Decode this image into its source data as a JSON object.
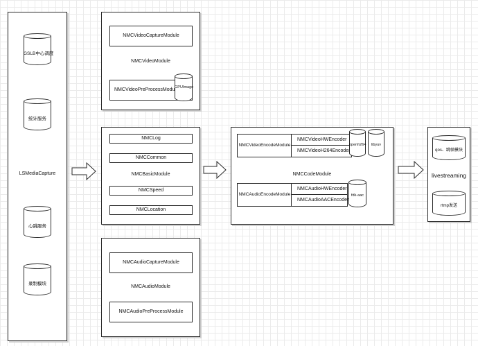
{
  "left": {
    "title": "LSMediaCapture",
    "cylinders": [
      "GSLB中心调度",
      "统计服务",
      "心跳服务",
      "录制模块"
    ]
  },
  "video": {
    "capture": "NMCVideoCaptureModule",
    "title": "NMCVideoModule",
    "preprocess": "NMCVideoPreProcessModule",
    "gpu": "GPUImage"
  },
  "basic": {
    "items": [
      "NMCLog",
      "NMCCommon",
      "NMCSpeed",
      "NMCLocation"
    ],
    "title": "NMCBasicModule"
  },
  "audio": {
    "capture": "NMCAudioCaptureModule",
    "title": "NMCAudioModule",
    "preprocess": "NMCAudioPreProcessModule"
  },
  "code": {
    "title": "NMCCodeModule",
    "video_encode": "NMCVideoEncodeModule",
    "video_hw": "NMCVideoHWEncoder",
    "video_h264": "NMCVideoH264Encoder",
    "openh264": "openh264",
    "libyuv": "libyuv",
    "audio_encode": "NMCAudioEncodeModule",
    "audio_hw": "NMCAudioHWEncoder",
    "audio_aac": "NMCAudioAACEncoder",
    "fdk": "fdk-aac"
  },
  "live": {
    "title": "livestreaming",
    "qos": "qos、跳帧模块",
    "rtmp": "rtmp发送"
  }
}
